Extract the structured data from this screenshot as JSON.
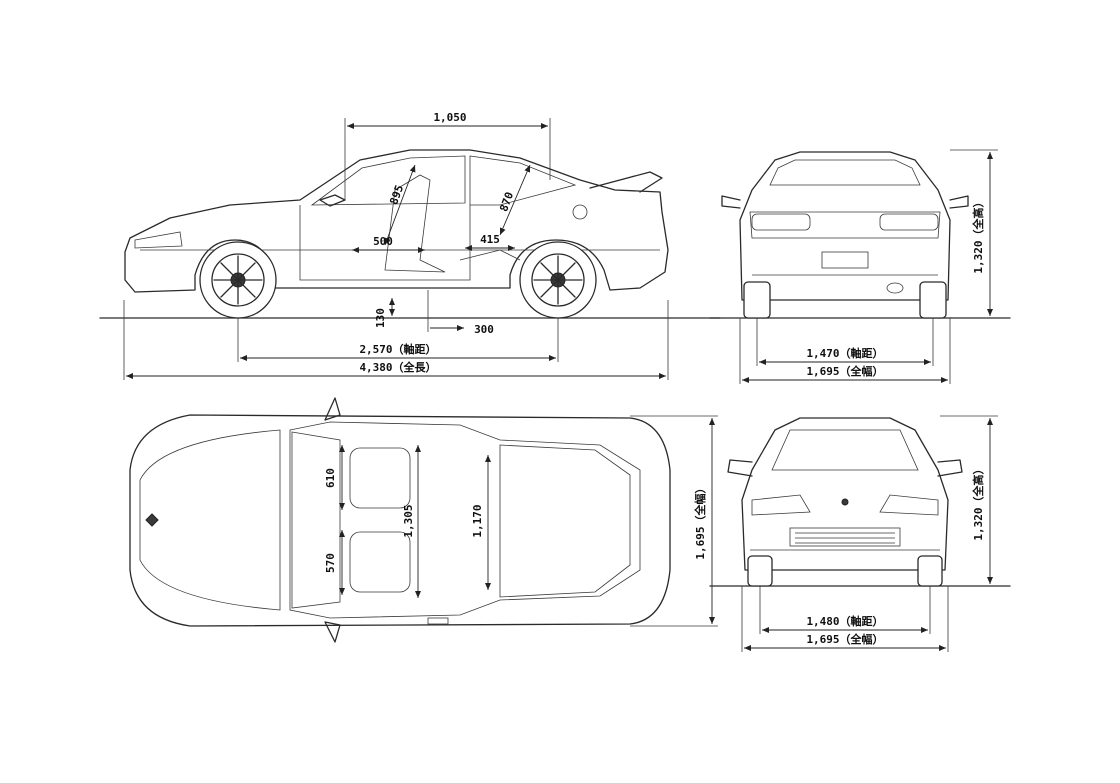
{
  "dimensions": {
    "side": {
      "roof_length": "1,050",
      "rear_headroom": "895",
      "front_headroom": "870",
      "front_legroom": "500",
      "rear_legroom": "415",
      "ground_clearance": "130",
      "seat_spacing": "300",
      "wheelbase": "2,570（軸距）",
      "overall_length": "4,380（全長）"
    },
    "rear": {
      "height": "1,320（全高）",
      "track": "1,470（軸距）",
      "width": "1,695（全幅）"
    },
    "top": {
      "width": "1,695（全幅）",
      "rear_shoulder": "610",
      "front_shoulder": "570",
      "interior_width_1": "1,305",
      "interior_width_2": "1,170"
    },
    "front": {
      "height": "1,320（全高）",
      "track": "1,480（軸距）",
      "width": "1,695（全幅）"
    }
  }
}
